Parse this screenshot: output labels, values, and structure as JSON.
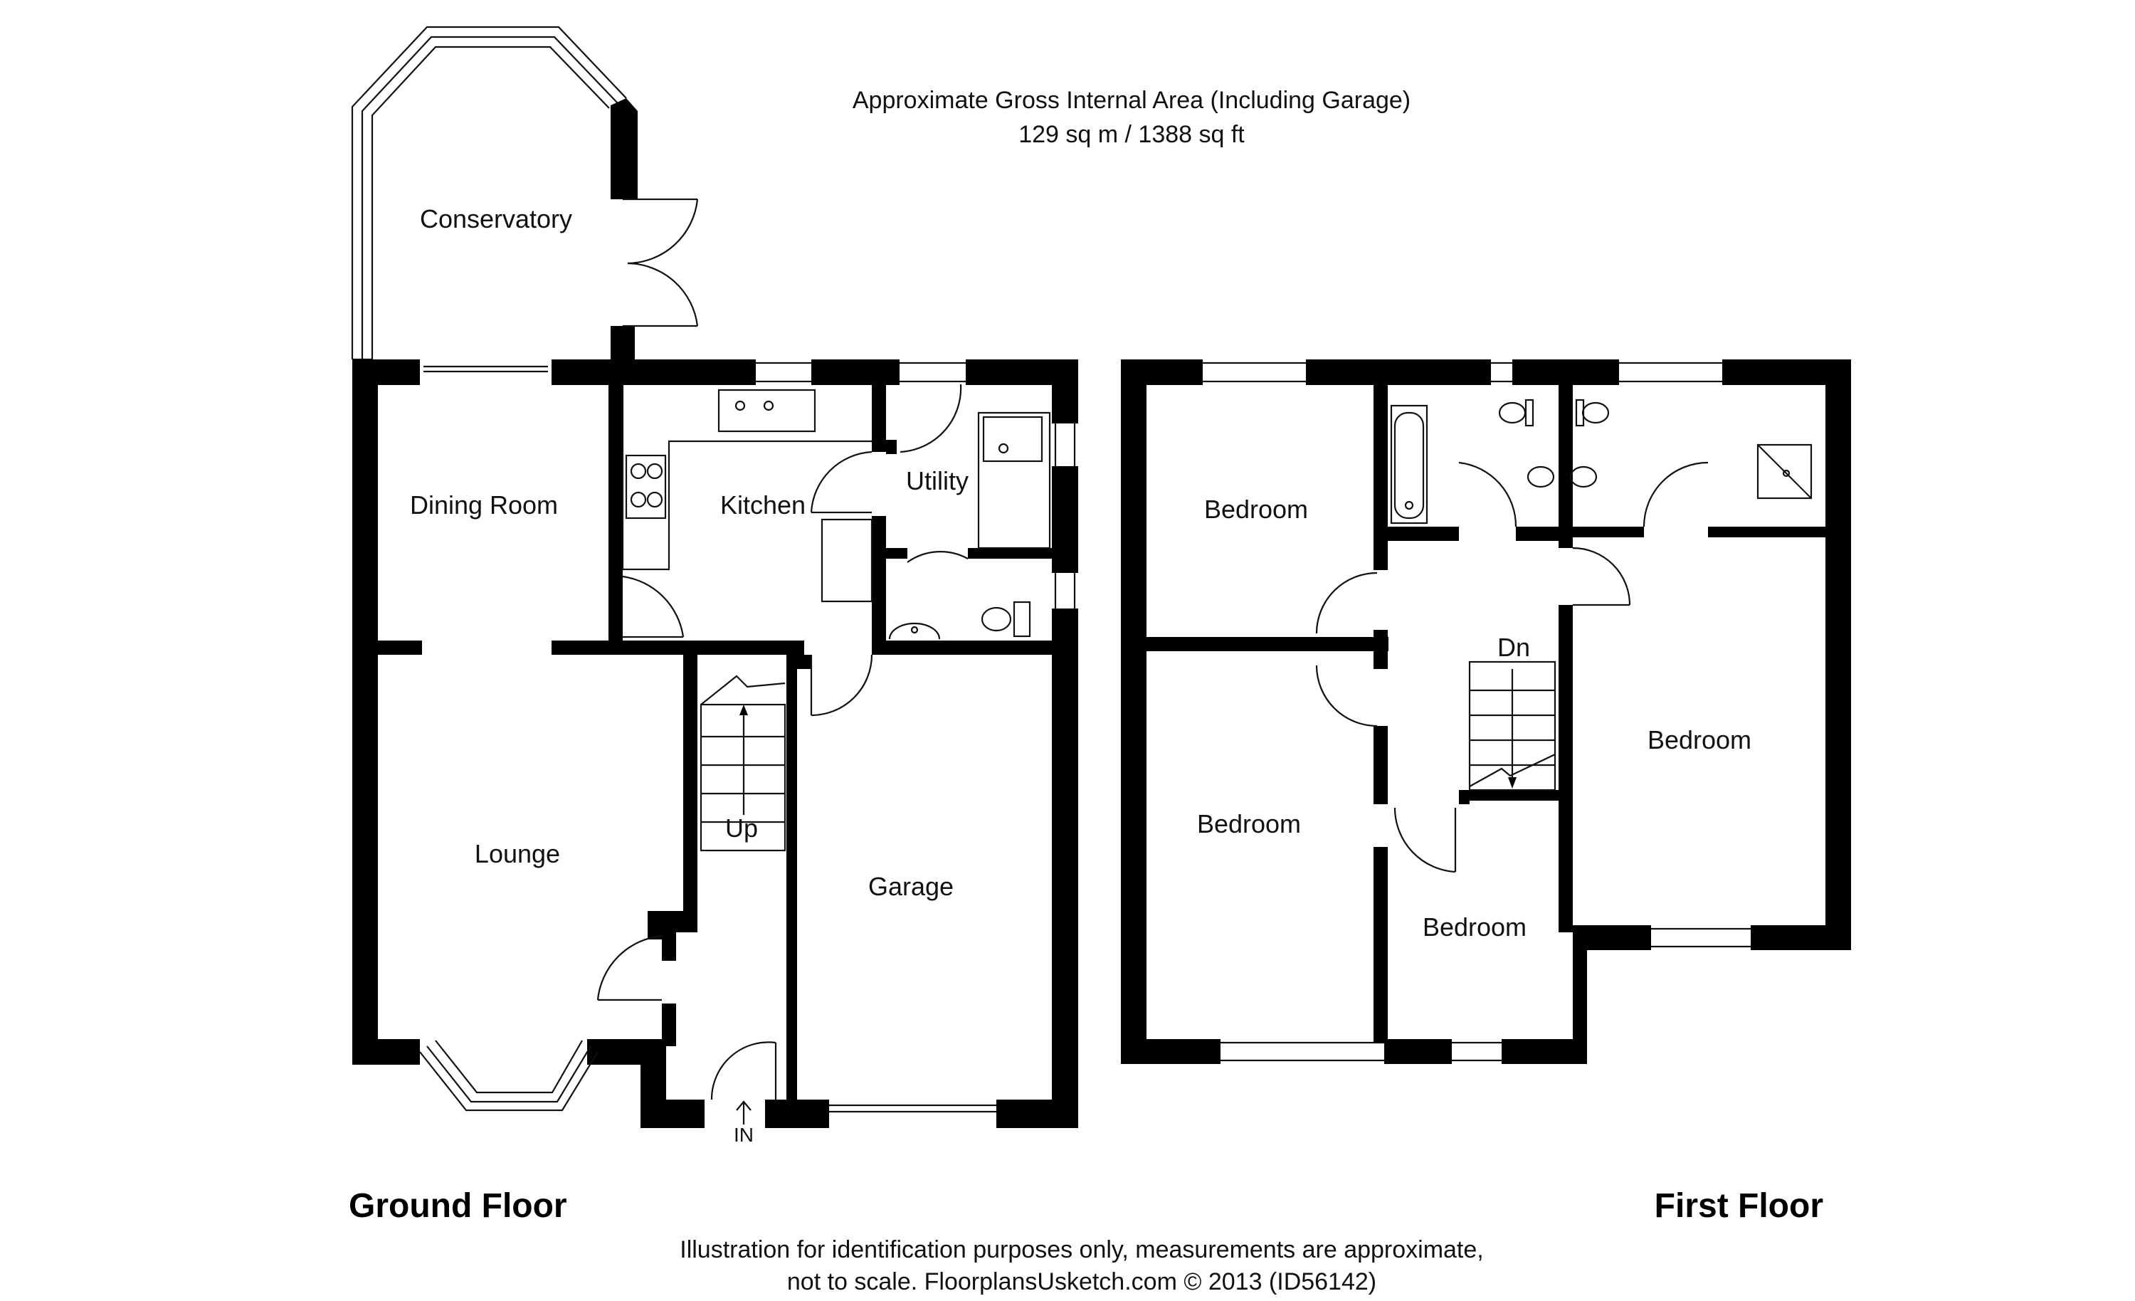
{
  "header": {
    "area_line1": "Approximate Gross Internal Area (Including Garage)",
    "area_line2": "129 sq m / 1388 sq ft"
  },
  "ground_floor": {
    "title": "Ground Floor",
    "rooms": {
      "conservatory": "Conservatory",
      "dining_room": "Dining Room",
      "kitchen": "Kitchen",
      "utility": "Utility",
      "lounge": "Lounge",
      "garage": "Garage"
    },
    "stairs_label": "Up",
    "entrance_label": "IN"
  },
  "first_floor": {
    "title": "First Floor",
    "rooms": {
      "bedroom_top_left": "Bedroom",
      "bedroom_bottom_left": "Bedroom",
      "bedroom_middle": "Bedroom",
      "bedroom_right": "Bedroom"
    },
    "stairs_label": "Dn"
  },
  "footer": {
    "line1": "Illustration for identification purposes only, measurements are approximate,",
    "line2": "not to scale. FloorplansUsketch.com © 2013 (ID56142)"
  }
}
